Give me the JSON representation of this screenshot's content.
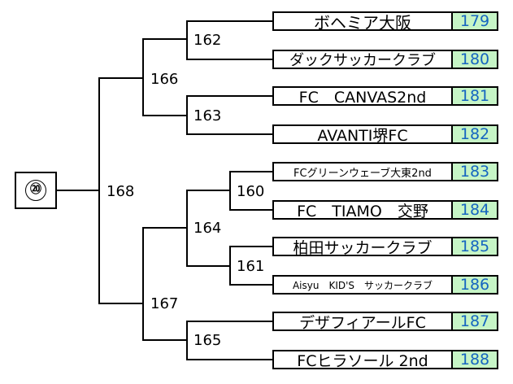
{
  "colors": {
    "number_bg": "#c6f5c6",
    "number_text": "#1565c0",
    "line": "#000000"
  },
  "seed": "⑳",
  "match_labels": [
    "162",
    "166",
    "163",
    "168",
    "160",
    "164",
    "161",
    "167",
    "165"
  ],
  "teams": [
    {
      "name": "ボヘミア大阪",
      "number": "179"
    },
    {
      "name": "ダックサッカークラブ",
      "number": "180"
    },
    {
      "name": "FC　CANVAS2nd",
      "number": "181"
    },
    {
      "name": "AVANTI堺FC",
      "number": "182"
    },
    {
      "name": "FCグリーンウェーブ大東2nd",
      "number": "183"
    },
    {
      "name": "FC　TIAMO　交野",
      "number": "184"
    },
    {
      "name": "柏田サッカークラブ",
      "number": "185"
    },
    {
      "name": "Aisyu　KID'S　サッカークラブ",
      "number": "186"
    },
    {
      "name": "デザフィアールFC",
      "number": "187"
    },
    {
      "name": "FCヒラソール 2nd",
      "number": "188"
    }
  ]
}
